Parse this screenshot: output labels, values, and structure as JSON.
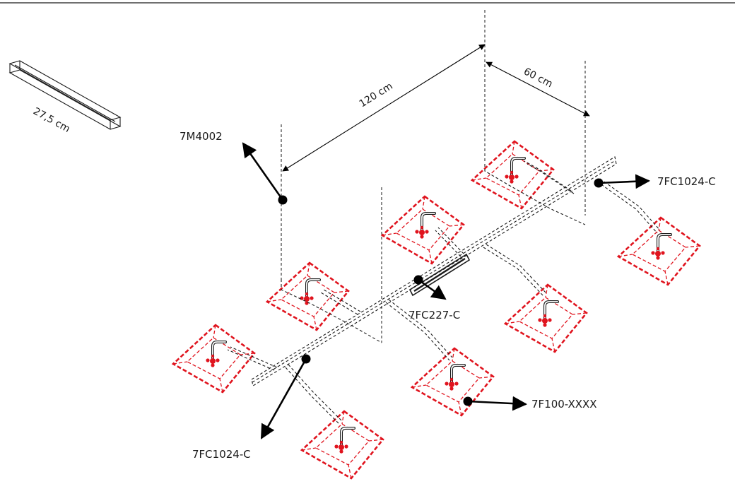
{
  "dimensions": {
    "piece_length": "27,5 cm",
    "spacing_long": "120 cm",
    "spacing_short": "60 cm"
  },
  "callouts": {
    "hanger": "7M4002",
    "end_connector_right": "7FC1024-C",
    "coupler": "7FC227-C",
    "feeder": "7F100-XXXX",
    "end_connector_left": "7FC1024-C"
  },
  "colors": {
    "feeder_outline": "#e0141e",
    "line_art": "#1a1a1a"
  }
}
